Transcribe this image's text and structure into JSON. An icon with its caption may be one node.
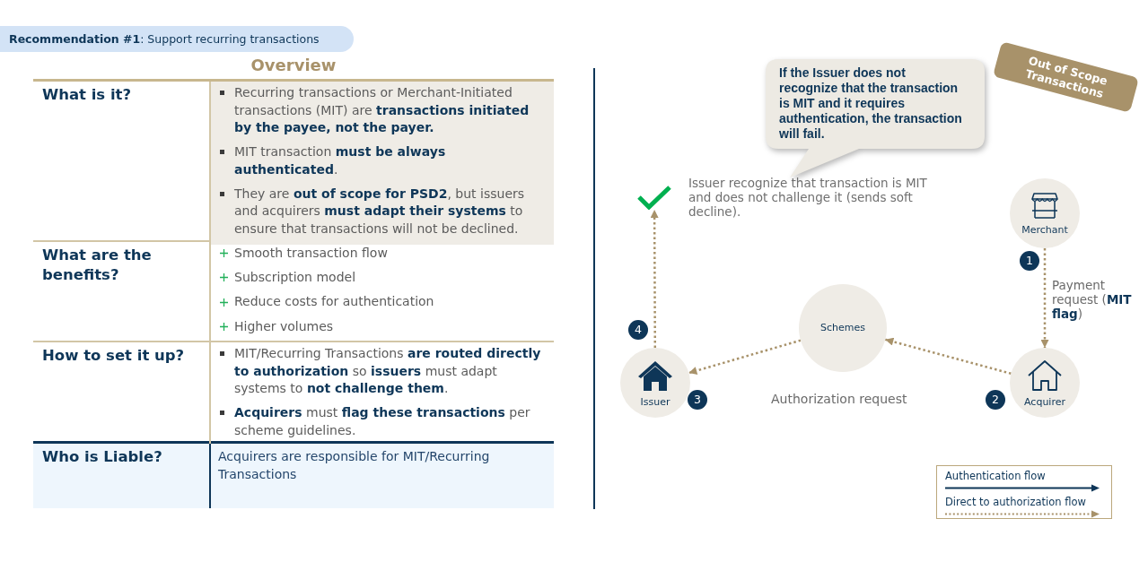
{
  "diagram": {
    "title": "**Recommendation #1**: Support recurring transactions",
    "nodes": [
      {
        "text": [
          "If the Issuer does not recognize that the transaction is MIT and it requires authentication, the transaction will fail."
        ]
      },
      {
        "text": [
          "Out of Scope Transactions"
        ]
      },
      {
        "text": [],
        "shape": "checkmark"
      },
      {
        "text": [
          "Merchant"
        ]
      },
      {
        "text": [
          "Schemes"
        ]
      },
      {
        "text": [
          "Issuer"
        ]
      },
      {
        "text": [
          "Acquirer"
        ]
      }
    ],
    "edges": [
      {
        "from": 3,
        "to": 6,
        "arrow": "to",
        "label": "Payment request (**MIT flag**)"
      },
      {
        "from": 6,
        "to": 4,
        "arrow": "to"
      },
      {
        "from": 4,
        "to": 5,
        "arrow": "to"
      },
      {
        "from": 5,
        "to": 2,
        "arrow": "to"
      }
    ],
    "labels": [
      "Overview",
      "What is it?",
      "Recurring transactions or Merchant-Initiated transactions (MIT) are **transactions initiated by the payee, not the payer.**",
      "MIT transaction **must be always authenticated**.",
      "They are **out of scope for PSD2**, but issuers and acquirers **must adapt their systems** to ensure that transactions will not be declined.",
      "What are the benefits?",
      "Smooth transaction flow",
      "Subscription model",
      "Reduce costs for authentication",
      "Higher volumes",
      "How to set it up?",
      "MIT/Recurring Transactions **are routed directly to authorization** so **issuers** must adapt systems to **not challenge them**.",
      "**Acquirers** must **flag these transactions** per scheme guidelines.",
      "Who is Liable?",
      "Acquirers are responsible for MIT/Recurring Transactions",
      "Issuer recognize that transaction is MIT and does not challenge it (sends soft decline).",
      "1",
      "4",
      "3",
      "Authorization request",
      "2"
    ],
    "legend": [
      {
        "text": "Authentication flow"
      },
      {
        "text": "Direct to authorization flow"
      }
    ]
  }
}
